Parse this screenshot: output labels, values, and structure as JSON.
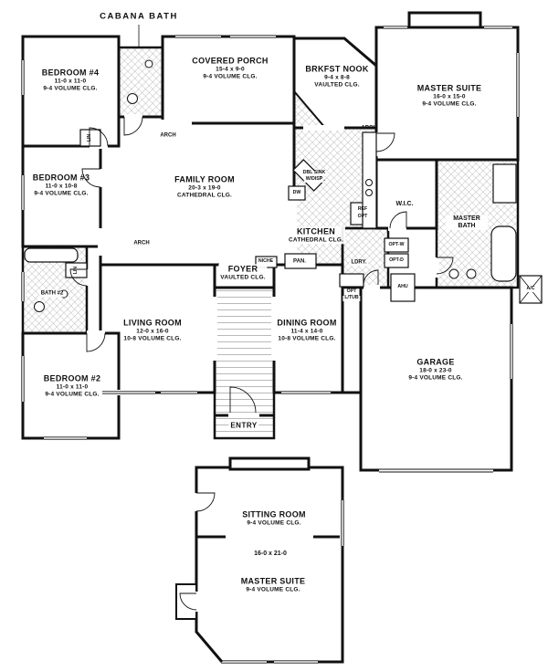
{
  "rooms": [
    {
      "name": "BEDROOM #4",
      "dims": "11-0 x 11-0",
      "clg": "9-4 VOLUME CLG."
    },
    {
      "name": "COVERED PORCH",
      "dims": "15-4 x 9-0",
      "clg": "9-4 VOLUME CLG."
    },
    {
      "name": "BRKFST NOOK",
      "dims": "9-4 x 8-8",
      "clg": "VAULTED CLG."
    },
    {
      "name": "MASTER SUITE",
      "dims": "16-0 x 15-0",
      "clg": "9-4 VOLUME CLG."
    },
    {
      "name": "BEDROOM #3",
      "dims": "11-0 x 10-8",
      "clg": "9-4 VOLUME CLG."
    },
    {
      "name": "FAMILY ROOM",
      "dims": "20-3 x 19-0",
      "clg": "CATHEDRAL CLG."
    },
    {
      "name": "KITCHEN",
      "dims": "",
      "clg": "CATHEDRAL CLG."
    },
    {
      "name": "LIVING ROOM",
      "dims": "12-0 x 16-0",
      "clg": "10-8 VOLUME CLG."
    },
    {
      "name": "DINING ROOM",
      "dims": "11-4 x 14-0",
      "clg": "10-8 VOLUME CLG."
    },
    {
      "name": "GARAGE",
      "dims": "18-0 x 23-0",
      "clg": "9-4 VOLUME CLG."
    },
    {
      "name": "BEDROOM #2",
      "dims": "11-0 x 11-0",
      "clg": "9-4 VOLUME CLG."
    },
    {
      "name": "FOYER",
      "dims": "",
      "clg": "VAULTED CLG."
    },
    {
      "name": "SITTING ROOM",
      "dims": "",
      "clg": "9-4 VOLUME CLG."
    },
    {
      "name": "MASTER SUITE",
      "dims": "16-0 x 21-0",
      "clg": "9-4 VOLUME CLG."
    }
  ],
  "annotations": {
    "cabana_bath": "CABANA BATH",
    "arch": "ARCH",
    "wic": "W.I.C.",
    "master_bath": "MASTER BATH",
    "niche": "NICHE",
    "pan": "PAN.",
    "ldry": "LDRY.",
    "dw": "DW",
    "dbl_sink_line1": "DBL SINK",
    "dbl_sink_line2": "W/DISP",
    "ref_line1": "REF",
    "ref_line2": "OPT",
    "opt_w": "OPT-W",
    "opt_d": "OPT-D",
    "opt_ltub_line1": "OPT",
    "opt_ltub_line2": "L/TUB",
    "ahu": "AHU",
    "ac": "A/C",
    "bath2": "BATH #2",
    "lin": "LIN",
    "entry": "ENTRY"
  }
}
